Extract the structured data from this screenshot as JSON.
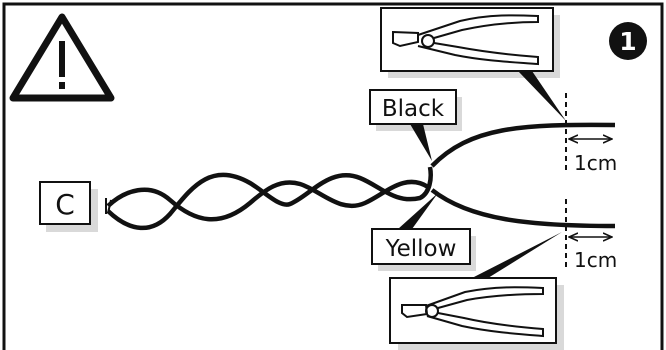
{
  "diagram": {
    "step_number": "1",
    "connector_label": "C",
    "wire_top_label": "Black",
    "wire_bottom_label": "Yellow",
    "strip_top_length": "1cm",
    "strip_bottom_length": "1cm",
    "icons": [
      "warning-icon",
      "wire-cutter-icon",
      "wire-cutter-icon"
    ]
  }
}
